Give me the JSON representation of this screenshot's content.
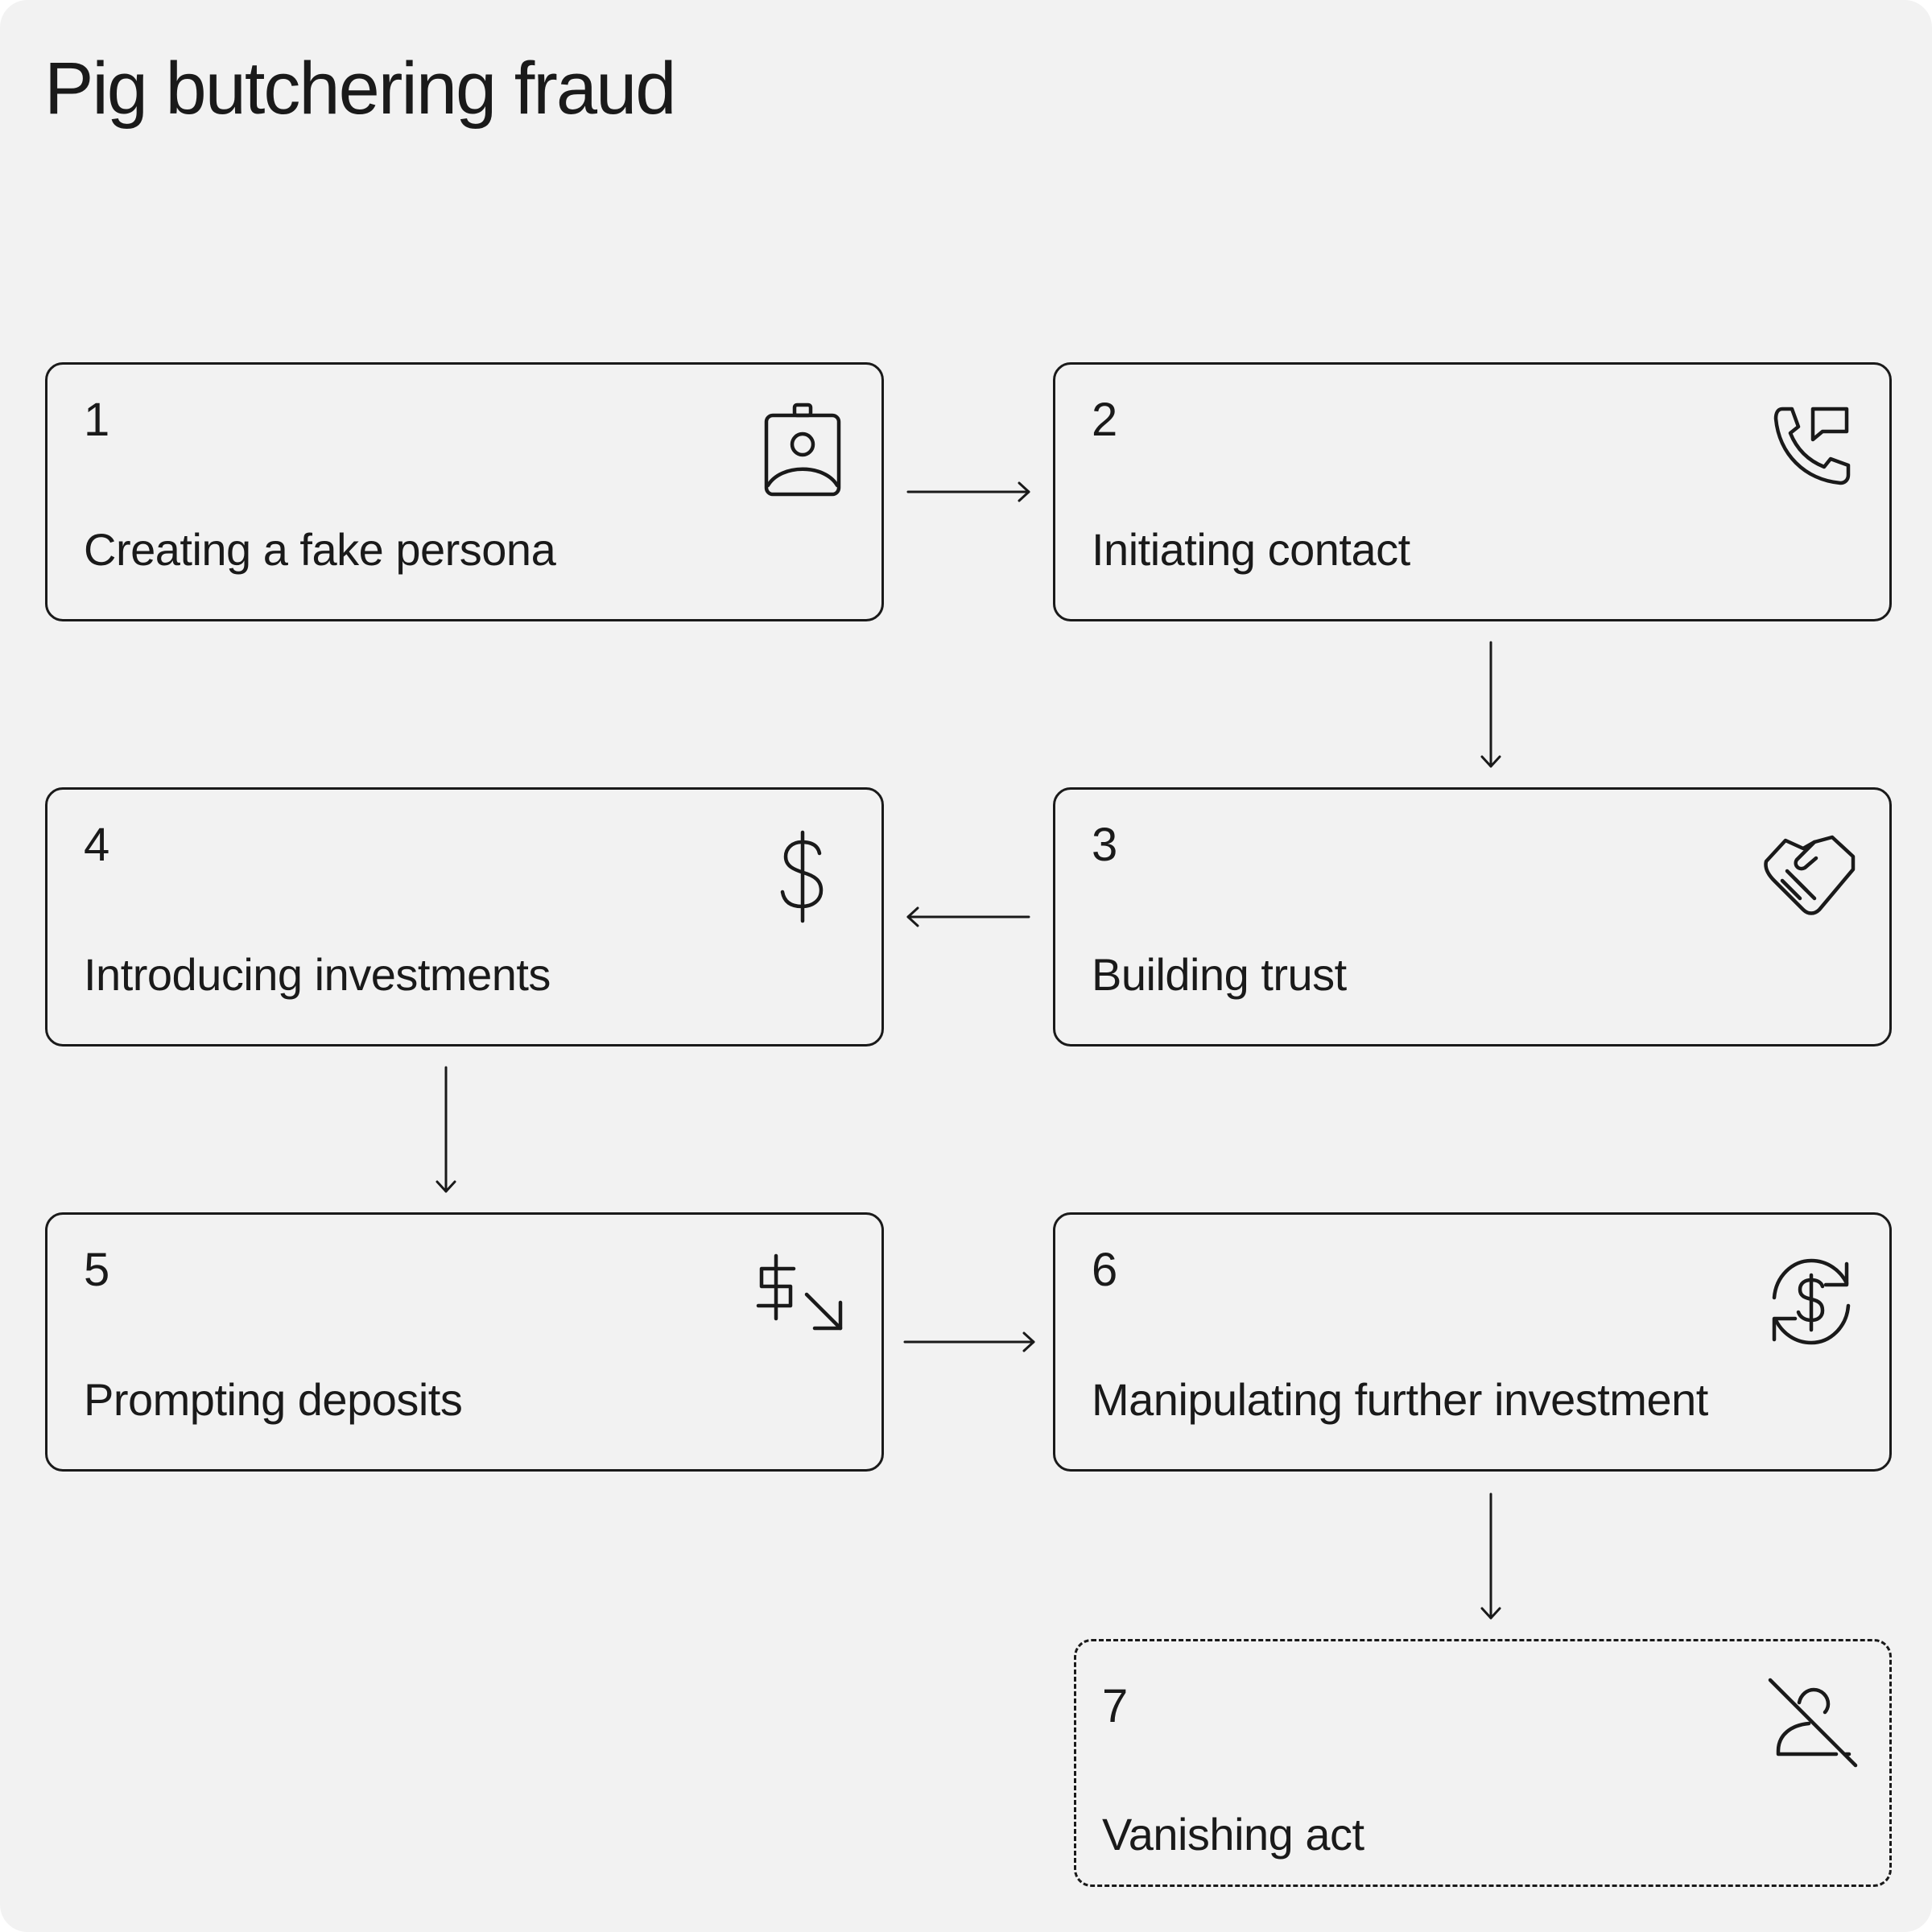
{
  "title": "Pig butchering fraud",
  "steps": [
    {
      "number": "1",
      "label": "Creating a fake persona",
      "icon": "id-badge-icon"
    },
    {
      "number": "2",
      "label": "Initiating contact",
      "icon": "phone-message-icon"
    },
    {
      "number": "3",
      "label": "Building trust",
      "icon": "handshake-icon"
    },
    {
      "number": "4",
      "label": "Introducing investments",
      "icon": "dollar-icon"
    },
    {
      "number": "5",
      "label": "Prompting deposits",
      "icon": "dollar-down-arrow-icon"
    },
    {
      "number": "6",
      "label": "Manipulating further investment",
      "icon": "dollar-cycle-icon"
    },
    {
      "number": "7",
      "label": "Vanishing act",
      "icon": "user-off-icon"
    }
  ],
  "flow": [
    [
      "1",
      "2"
    ],
    [
      "2",
      "3"
    ],
    [
      "3",
      "4"
    ],
    [
      "4",
      "5"
    ],
    [
      "5",
      "6"
    ],
    [
      "6",
      "7"
    ]
  ]
}
